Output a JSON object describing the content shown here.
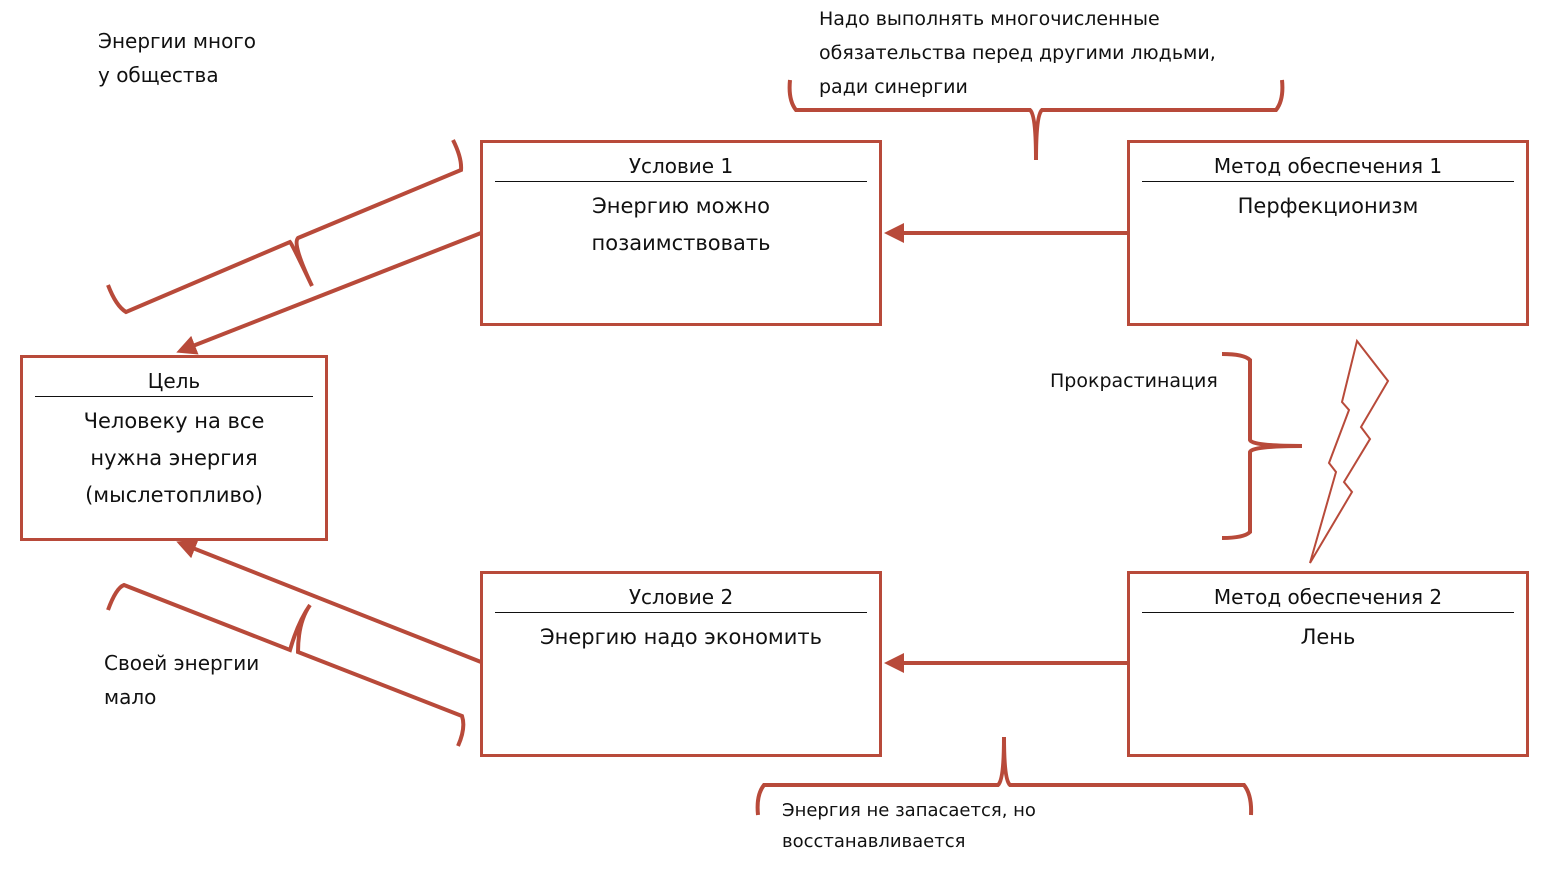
{
  "colors": {
    "accent": "#b84a3a"
  },
  "goal": {
    "title": "Цель",
    "lines": [
      "Человеку на все",
      "нужна энергия",
      "(мыслетопливо)"
    ]
  },
  "condition1": {
    "title": "Условие 1",
    "lines": [
      "Энергию можно",
      "позаимствовать"
    ]
  },
  "condition2": {
    "title": "Условие 2",
    "lines": [
      "Энергию надо экономить"
    ]
  },
  "method1": {
    "title": "Метод обеспечения 1",
    "lines": [
      "Перфекционизм"
    ]
  },
  "method2": {
    "title": "Метод обеспечения 2",
    "lines": [
      "Лень"
    ]
  },
  "notes": {
    "society": [
      "Энергии много",
      "у общества"
    ],
    "own": [
      "Своей энергии",
      "мало"
    ],
    "obligations": [
      "Надо выполнять многочисленные",
      "обязательства перед другими людьми,",
      "ради синергии"
    ],
    "procrastination": "Прокрастинация",
    "restore": [
      "Энергия не запасается, но",
      "восстанавливается"
    ]
  },
  "icons": {
    "conflict": "lightning-icon"
  }
}
